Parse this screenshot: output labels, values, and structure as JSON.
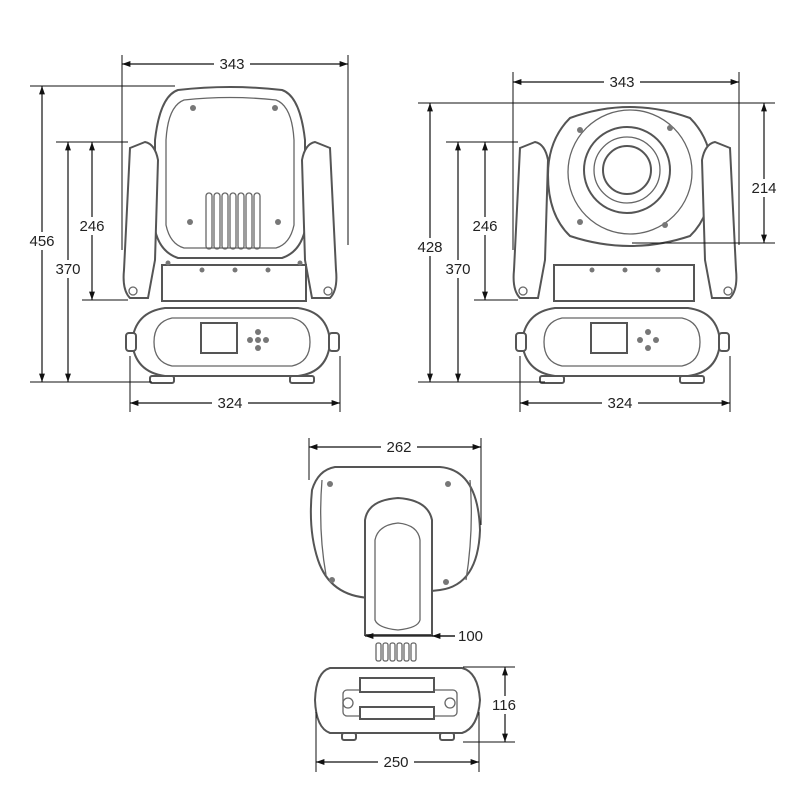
{
  "views": {
    "front": {
      "width": "343",
      "height_total": "456",
      "height_arm": "370",
      "height_inner": "246",
      "base_width": "324"
    },
    "lens": {
      "width": "343",
      "height_total": "428",
      "height_arm": "370",
      "height_inner": "246",
      "head_height": "214",
      "base_width": "324"
    },
    "side": {
      "head_depth": "262",
      "arm_width": "100",
      "base_height": "116",
      "base_depth": "250"
    }
  }
}
